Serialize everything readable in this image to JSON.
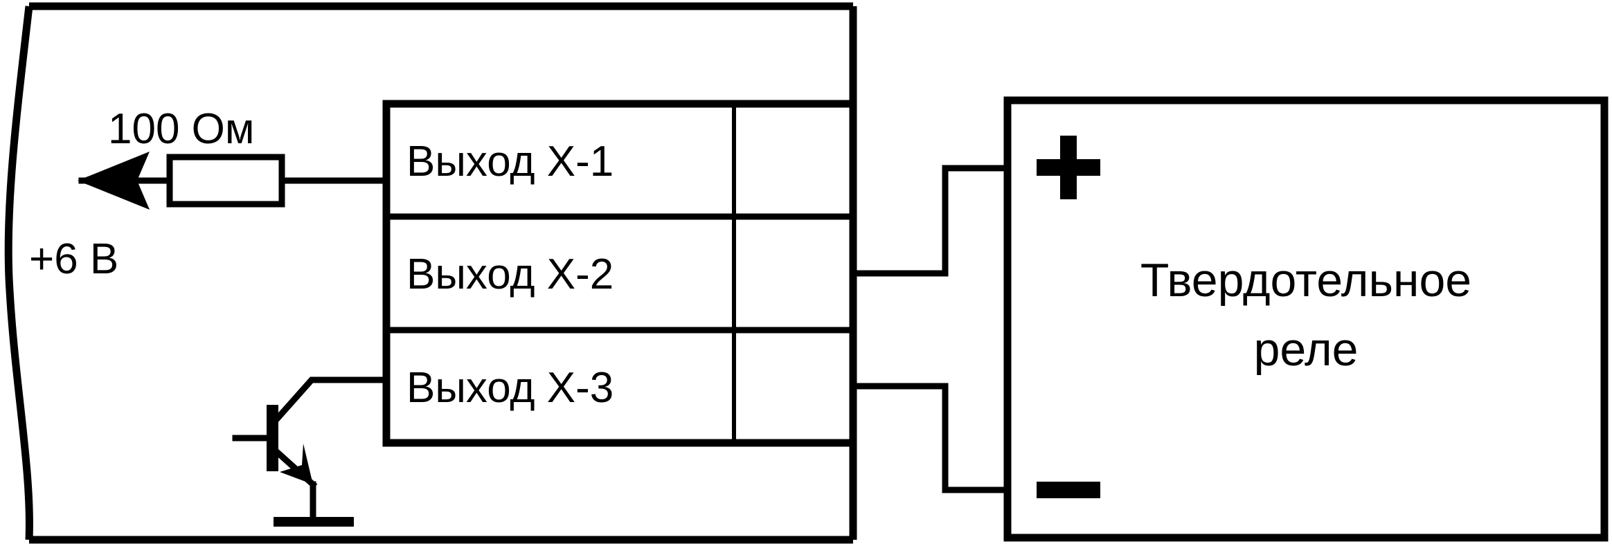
{
  "diagram": {
    "title": "Schema podklyucheniya tverdotelnogo rele",
    "type": "electrical-schematic",
    "line_color": "#000000",
    "background_color": "#ffffff"
  },
  "device": {
    "name": "device-enclosure",
    "supply_label": "+6 В",
    "resistor_label": "100 Ом",
    "left_edge_style": "break-line"
  },
  "terminal_block": {
    "rows": [
      {
        "label": "Выход Х-1",
        "value": ""
      },
      {
        "label": "Выход Х-2",
        "value": ""
      },
      {
        "label": "Выход Х-3",
        "value": ""
      }
    ]
  },
  "relay": {
    "label_line1": "Твердотельное",
    "label_line2": "реле",
    "plus_terminal": "+",
    "minus_terminal": "−"
  },
  "components": {
    "resistor": "resistor-symbol",
    "transistor": "npn-transistor-symbol",
    "ground": "ground-symbol",
    "arrow": "current-arrow-left"
  }
}
